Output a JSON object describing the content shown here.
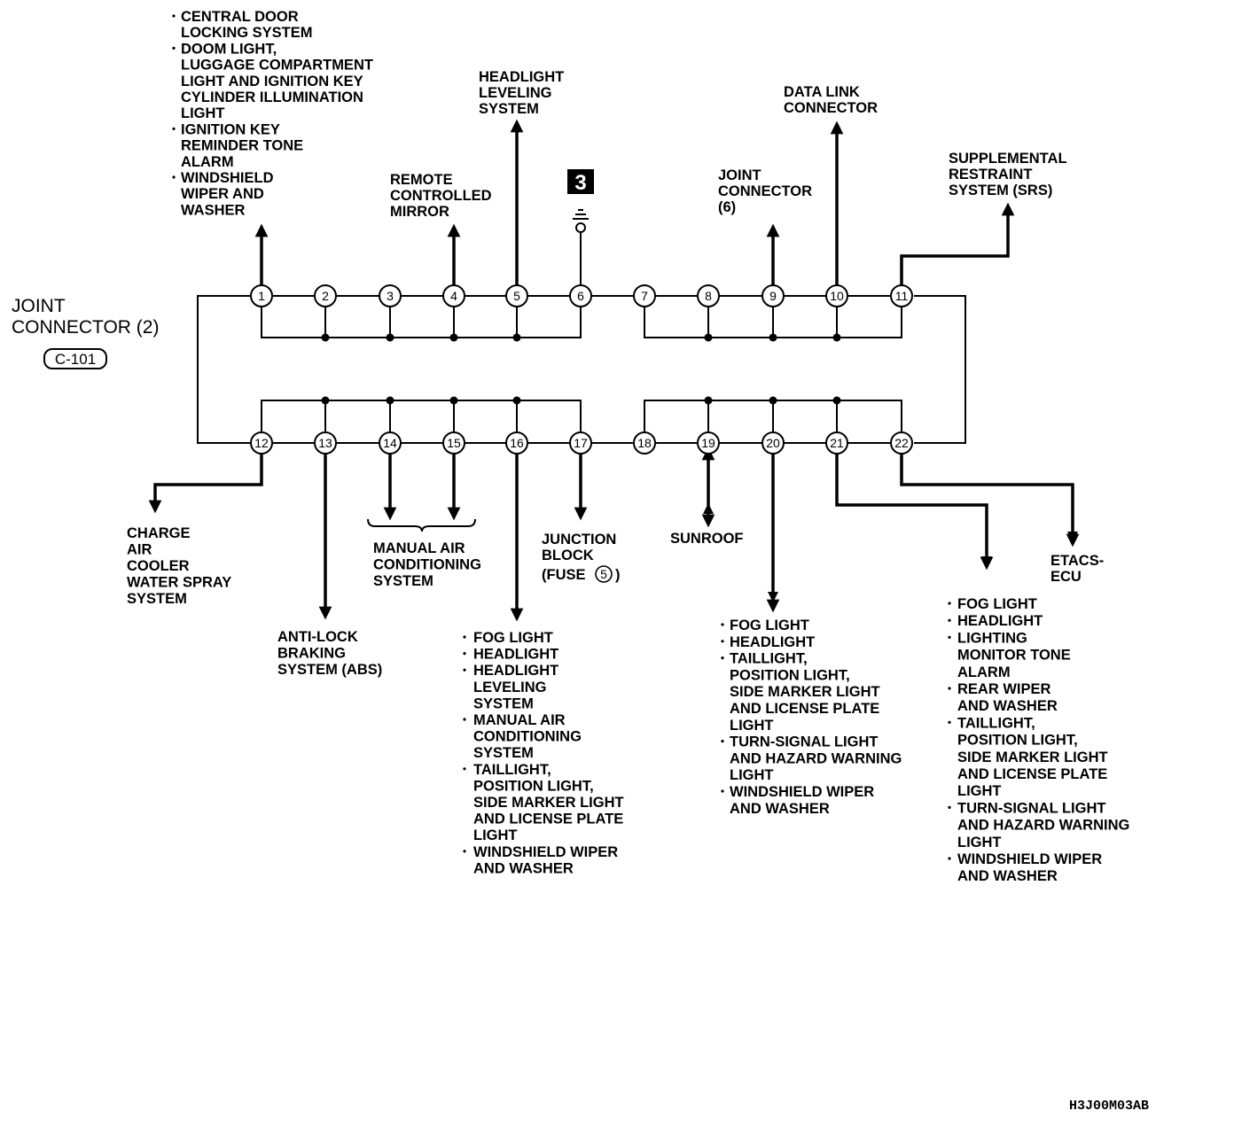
{
  "connector": {
    "title_line1": "JOINT",
    "title_line2": "CONNECTOR (2)",
    "code": "C-101"
  },
  "badge": "3",
  "pins_top": [
    "1",
    "2",
    "3",
    "4",
    "5",
    "6",
    "7",
    "8",
    "9",
    "10",
    "11"
  ],
  "pins_bottom": [
    "12",
    "13",
    "14",
    "15",
    "16",
    "17",
    "18",
    "19",
    "20",
    "21",
    "22"
  ],
  "labels": {
    "pin1": [
      {
        "bullet": true,
        "text": "CENTRAL DOOR"
      },
      {
        "bullet": false,
        "text": "LOCKING SYSTEM"
      },
      {
        "bullet": true,
        "text": "DOOM LIGHT,"
      },
      {
        "bullet": false,
        "text": "LUGGAGE COMPARTMENT"
      },
      {
        "bullet": false,
        "text": "LIGHT AND IGNITION KEY"
      },
      {
        "bullet": false,
        "text": "CYLINDER ILLUMINATION"
      },
      {
        "bullet": false,
        "text": "LIGHT"
      },
      {
        "bullet": true,
        "text": "IGNITION KEY"
      },
      {
        "bullet": false,
        "text": "REMINDER TONE"
      },
      {
        "bullet": false,
        "text": "ALARM"
      },
      {
        "bullet": true,
        "text": "WINDSHIELD"
      },
      {
        "bullet": false,
        "text": "WIPER AND"
      },
      {
        "bullet": false,
        "text": "WASHER"
      }
    ],
    "pin4": [
      "REMOTE",
      "CONTROLLED",
      "MIRROR"
    ],
    "pin5": [
      "HEADLIGHT",
      "LEVELING",
      "SYSTEM"
    ],
    "pin9": [
      "JOINT",
      "CONNECTOR",
      "(6)"
    ],
    "pin10": [
      "DATA LINK",
      "CONNECTOR"
    ],
    "pin11": [
      "SUPPLEMENTAL",
      "RESTRAINT",
      "SYSTEM (SRS)"
    ],
    "pin12": [
      "CHARGE",
      "AIR",
      "COOLER",
      "WATER SPRAY",
      "SYSTEM"
    ],
    "pin13": [
      "ANTI-LOCK",
      "BRAKING",
      "SYSTEM (ABS)"
    ],
    "pin14_15": [
      "MANUAL AIR",
      "CONDITIONING",
      "SYSTEM"
    ],
    "pin16": [
      {
        "bullet": true,
        "text": "FOG LIGHT"
      },
      {
        "bullet": true,
        "text": "HEADLIGHT"
      },
      {
        "bullet": true,
        "text": "HEADLIGHT"
      },
      {
        "bullet": false,
        "text": "LEVELING"
      },
      {
        "bullet": false,
        "text": "SYSTEM"
      },
      {
        "bullet": true,
        "text": "MANUAL AIR"
      },
      {
        "bullet": false,
        "text": "CONDITIONING"
      },
      {
        "bullet": false,
        "text": "SYSTEM"
      },
      {
        "bullet": true,
        "text": "TAILLIGHT,"
      },
      {
        "bullet": false,
        "text": "POSITION LIGHT,"
      },
      {
        "bullet": false,
        "text": "SIDE MARKER LIGHT"
      },
      {
        "bullet": false,
        "text": "AND LICENSE PLATE"
      },
      {
        "bullet": false,
        "text": "LIGHT"
      },
      {
        "bullet": true,
        "text": "WINDSHIELD WIPER"
      },
      {
        "bullet": false,
        "text": "AND WASHER"
      }
    ],
    "pin17": {
      "line1": "JUNCTION",
      "line2": "BLOCK",
      "line3_pre": "(FUSE",
      "fuse": "5",
      "line3_post": ")"
    },
    "pin19": [
      "SUNROOF"
    ],
    "pin20": [
      {
        "bullet": true,
        "text": "FOG LIGHT"
      },
      {
        "bullet": true,
        "text": "HEADLIGHT"
      },
      {
        "bullet": true,
        "text": "TAILLIGHT,"
      },
      {
        "bullet": false,
        "text": "POSITION LIGHT,"
      },
      {
        "bullet": false,
        "text": "SIDE MARKER LIGHT"
      },
      {
        "bullet": false,
        "text": "AND LICENSE PLATE"
      },
      {
        "bullet": false,
        "text": "LIGHT"
      },
      {
        "bullet": true,
        "text": "TURN-SIGNAL LIGHT"
      },
      {
        "bullet": false,
        "text": "AND HAZARD WARNING"
      },
      {
        "bullet": false,
        "text": "LIGHT"
      },
      {
        "bullet": true,
        "text": "WINDSHIELD WIPER"
      },
      {
        "bullet": false,
        "text": "AND WASHER"
      }
    ],
    "pin21": [
      {
        "bullet": true,
        "text": "FOG LIGHT"
      },
      {
        "bullet": true,
        "text": "HEADLIGHT"
      },
      {
        "bullet": true,
        "text": "LIGHTING"
      },
      {
        "bullet": false,
        "text": "MONITOR TONE"
      },
      {
        "bullet": false,
        "text": "ALARM"
      },
      {
        "bullet": true,
        "text": "REAR WIPER"
      },
      {
        "bullet": false,
        "text": "AND WASHER"
      },
      {
        "bullet": true,
        "text": "TAILLIGHT,"
      },
      {
        "bullet": false,
        "text": "POSITION LIGHT,"
      },
      {
        "bullet": false,
        "text": "SIDE MARKER LIGHT"
      },
      {
        "bullet": false,
        "text": "AND LICENSE PLATE"
      },
      {
        "bullet": false,
        "text": "LIGHT"
      },
      {
        "bullet": true,
        "text": "TURN-SIGNAL LIGHT"
      },
      {
        "bullet": false,
        "text": "AND HAZARD WARNING"
      },
      {
        "bullet": false,
        "text": "LIGHT"
      },
      {
        "bullet": true,
        "text": "WINDSHIELD WIPER"
      },
      {
        "bullet": false,
        "text": "AND WASHER"
      }
    ],
    "pin22": [
      "ETACS-",
      "ECU"
    ]
  },
  "figure_code": "H3J00M03AB"
}
